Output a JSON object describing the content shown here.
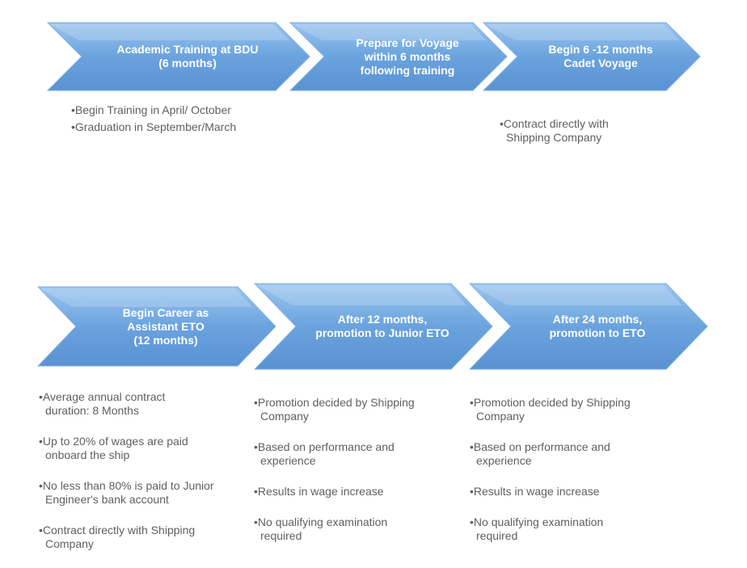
{
  "row1": {
    "steps": [
      {
        "label": "Academic Training  at BDU\n(6 months)"
      },
      {
        "label": "Prepare for Voyage\nwithin 6 months\nfollowing training"
      },
      {
        "label": "Begin 6 -12 months\nCadet Voyage"
      }
    ],
    "notes1": [
      "•Begin Training in April/ October",
      "•Graduation in September/March"
    ],
    "notes3": [
      "•Contract directly with\nShipping Company"
    ]
  },
  "row2": {
    "steps": [
      {
        "label": "Begin Career as\nAssistant ETO\n(12 months)"
      },
      {
        "label": "After 12 months,\npromotion to Junior ETO"
      },
      {
        "label": "After 24 months,\npromotion to ETO"
      }
    ],
    "notes1": [
      "•Average annual contract\nduration:  8 Months",
      "•Up to 20% of wages are paid\nonboard the ship",
      "•No less than 80% is paid to Junior\nEngineer's bank account",
      "•Contract directly with Shipping\nCompany"
    ],
    "notes2": [
      "•Promotion decided by Shipping\nCompany",
      "•Based on performance and\nexperience",
      "•Results in wage increase",
      "•No qualifying examination\nrequired"
    ],
    "notes3": [
      "•Promotion decided by Shipping\nCompany",
      "•Based on performance and\nexperience",
      "•Results in wage increase",
      "•No qualifying examination\nrequired"
    ]
  },
  "colors": {
    "chevron_light": "#a9cdf1",
    "chevron_dark": "#5d97d6",
    "text": "#5f5f5f"
  }
}
